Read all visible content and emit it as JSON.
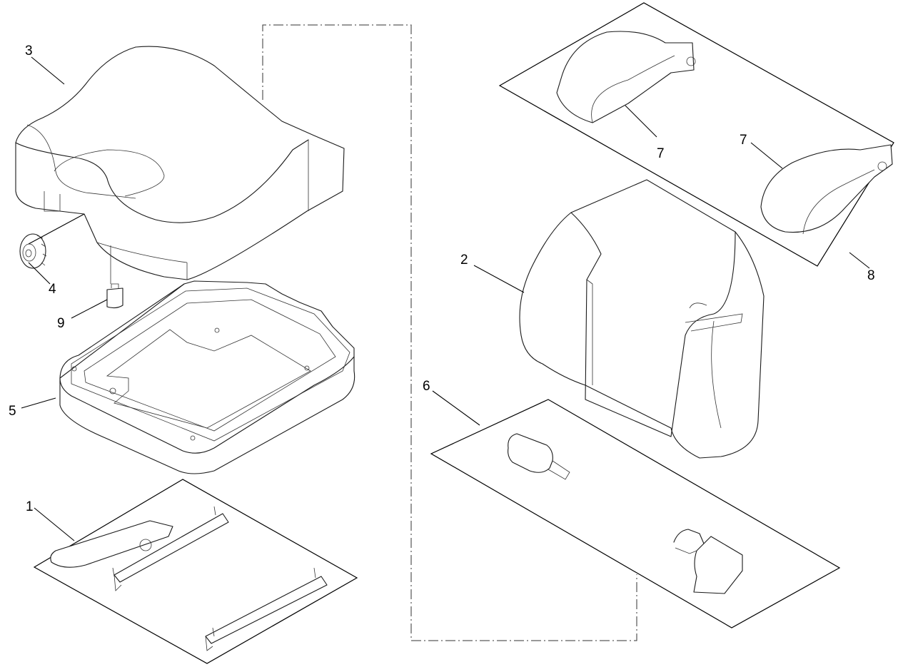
{
  "diagram": {
    "type": "exploded parts diagram",
    "callouts": [
      {
        "id": "callout-1",
        "text": "1"
      },
      {
        "id": "callout-2",
        "text": "2"
      },
      {
        "id": "callout-3",
        "text": "3"
      },
      {
        "id": "callout-4",
        "text": "4"
      },
      {
        "id": "callout-5",
        "text": "5"
      },
      {
        "id": "callout-6",
        "text": "6"
      },
      {
        "id": "callout-7a",
        "text": "7"
      },
      {
        "id": "callout-7b",
        "text": "7"
      },
      {
        "id": "callout-8",
        "text": "8"
      },
      {
        "id": "callout-9",
        "text": "9"
      }
    ]
  }
}
